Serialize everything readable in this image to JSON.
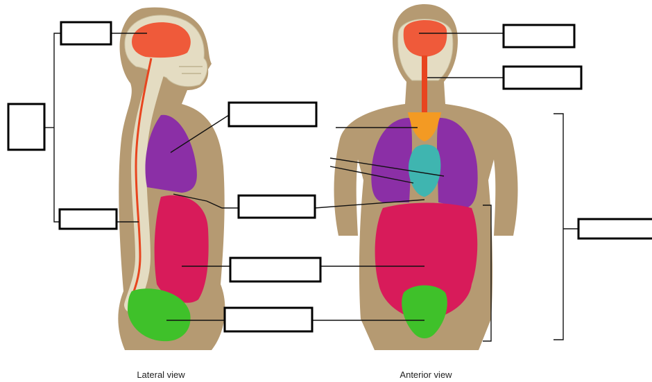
{
  "captions": {
    "lateral": "Lateral view",
    "anterior": "Anterior view"
  },
  "colors": {
    "brain": "#ef5a3a",
    "spinal_cord": "#e8451f",
    "thymus": "#f39a23",
    "lungs": "#8b2fa6",
    "heart": "#3fb5b0",
    "abdominopelvic": "#d81b5a",
    "pelvic": "#3fc12a",
    "body_silhouette": "#b59a72",
    "skeleton": "#e4dcc2"
  },
  "label_boxes": [
    {
      "id": "dorsal-cavity-label",
      "text": ""
    },
    {
      "id": "cranial-cavity-label",
      "text": ""
    },
    {
      "id": "vertebral-canal-label",
      "text": ""
    },
    {
      "id": "thoracic-cavity-label",
      "text": ""
    },
    {
      "id": "diaphragm-label",
      "text": ""
    },
    {
      "id": "abdominal-cavity-label",
      "text": ""
    },
    {
      "id": "pelvic-cavity-label",
      "text": ""
    },
    {
      "id": "anterior-cranial-label",
      "text": ""
    },
    {
      "id": "anterior-vertebral-label",
      "text": ""
    },
    {
      "id": "ventral-cavity-label",
      "text": ""
    }
  ]
}
